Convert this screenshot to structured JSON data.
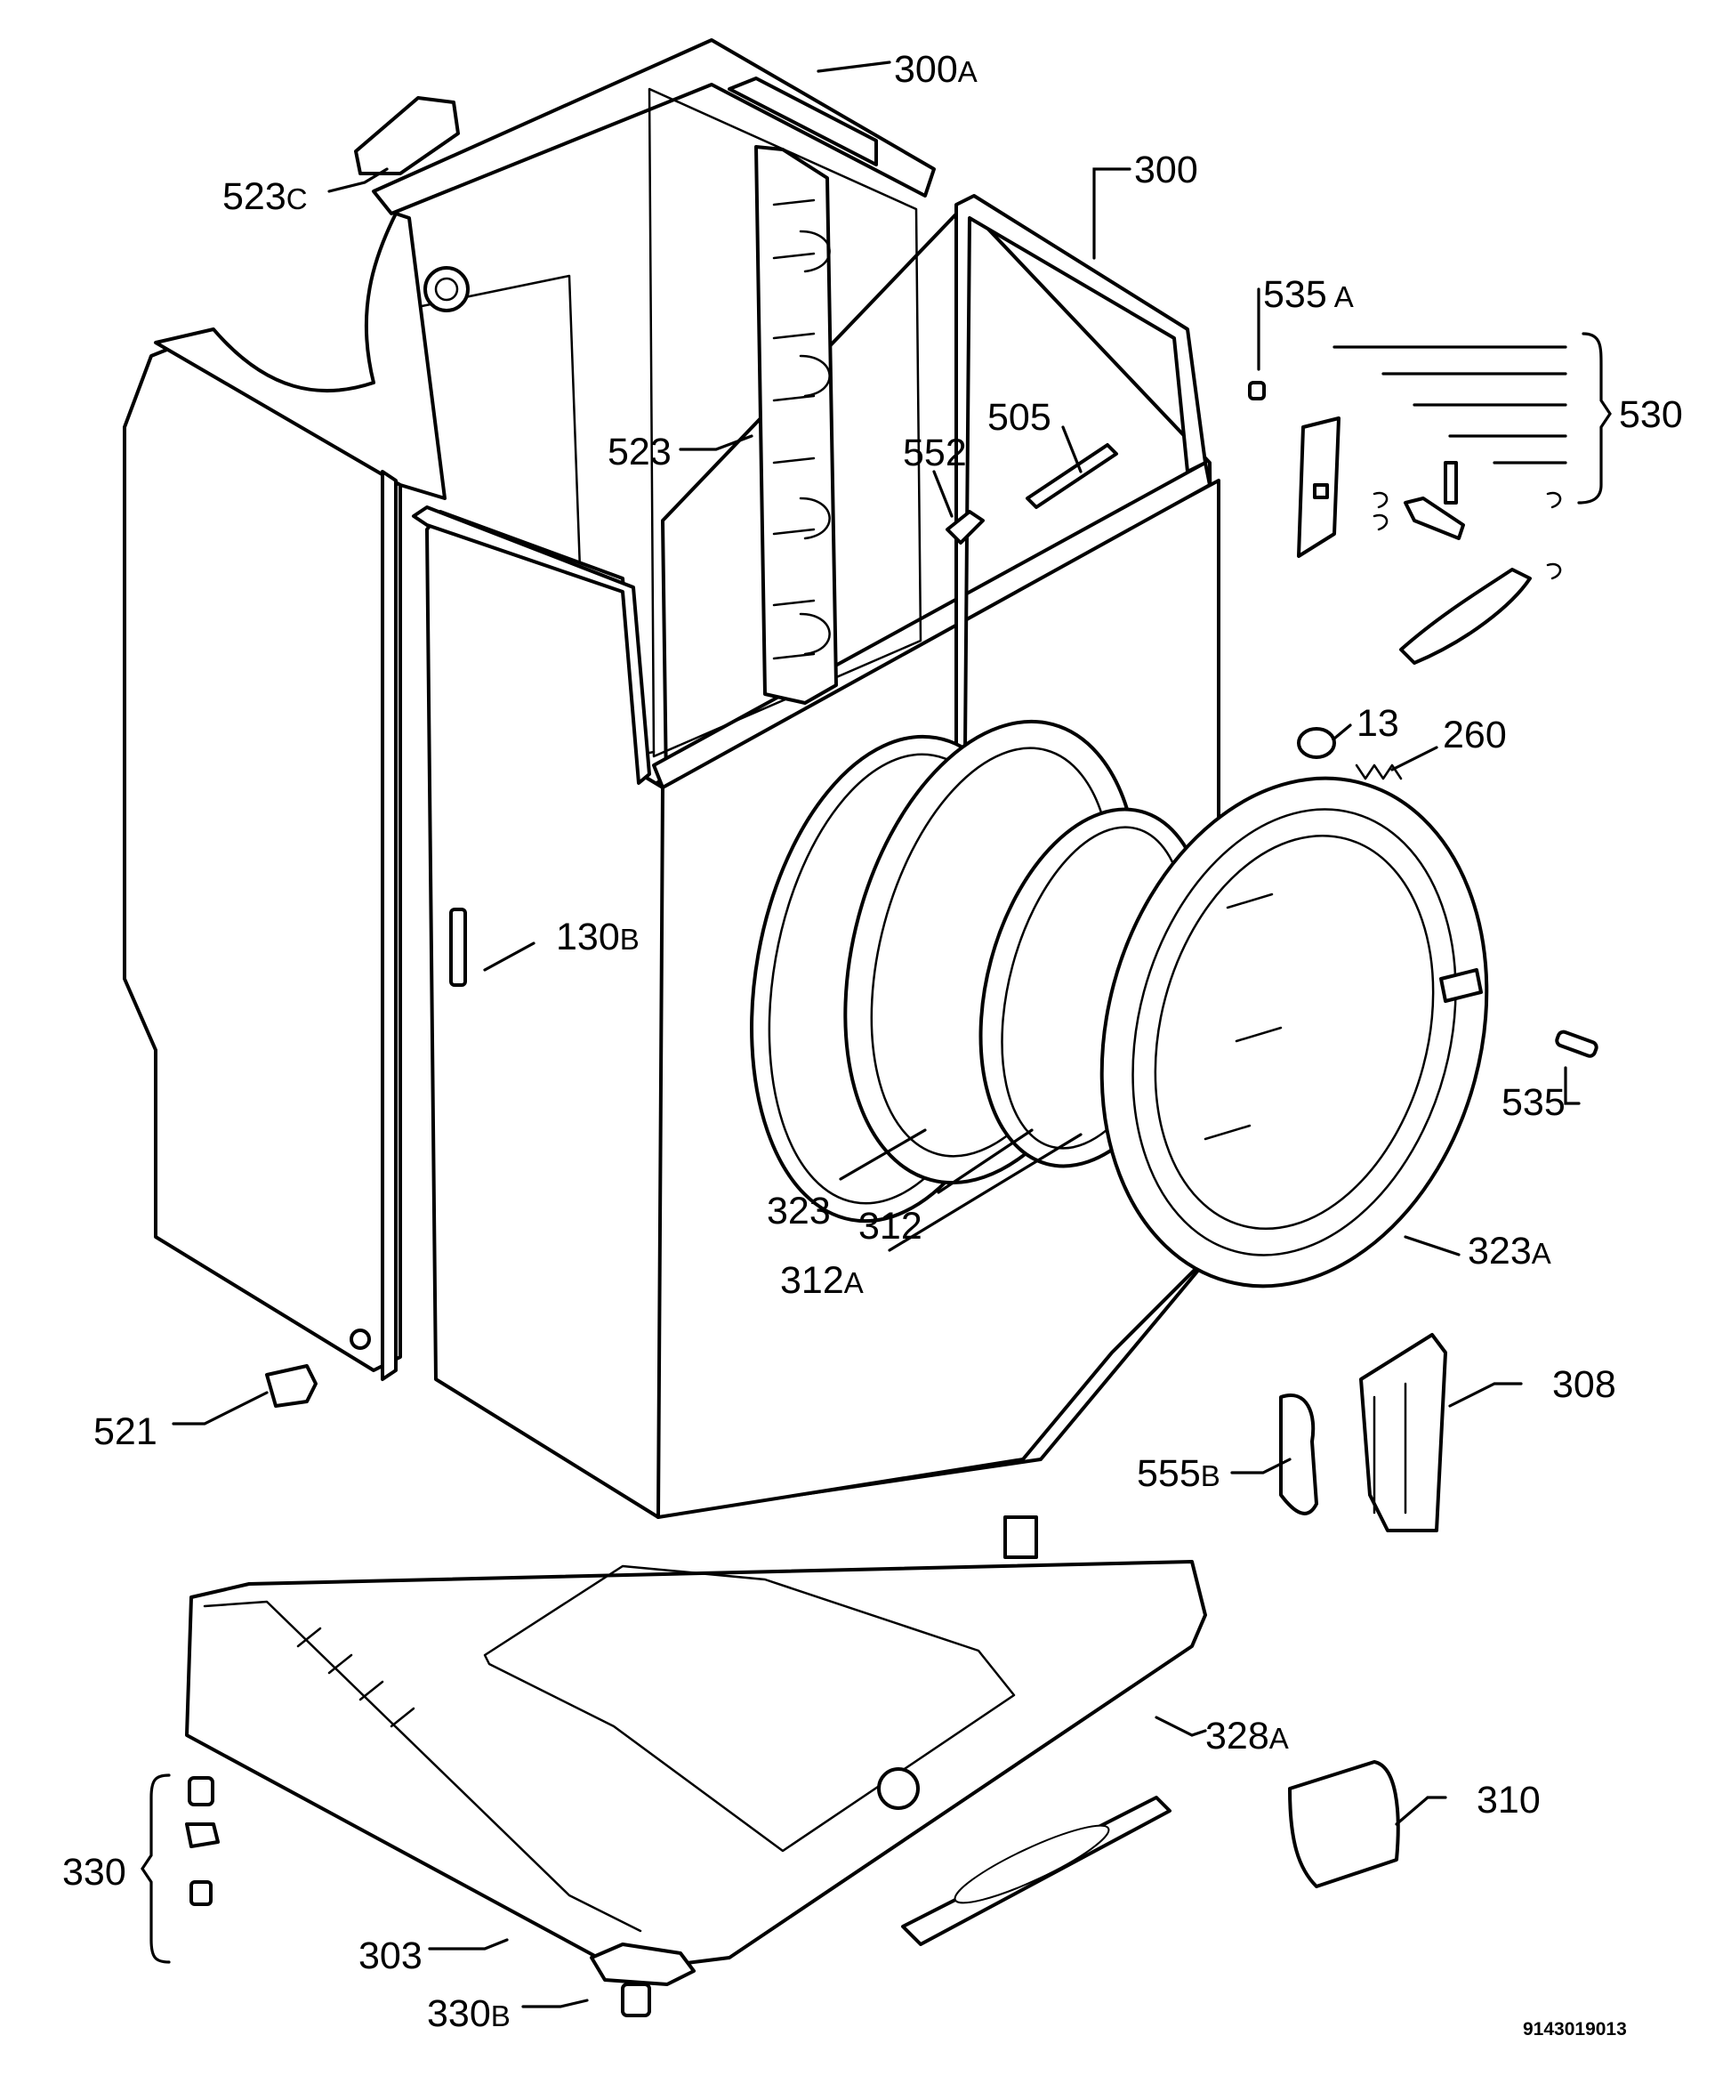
{
  "labels": {
    "p300a": {
      "num": "300",
      "suffix": "A"
    },
    "p523c": {
      "num": "523",
      "suffix": "C"
    },
    "p300": {
      "num": "300"
    },
    "p535a": {
      "num": "535",
      "suffix": "A"
    },
    "p530": {
      "num": "530"
    },
    "p505": {
      "num": "505"
    },
    "p523": {
      "num": "523"
    },
    "p552": {
      "num": "552"
    },
    "p13": {
      "num": "13"
    },
    "p260": {
      "num": "260"
    },
    "p130b": {
      "num": "130",
      "suffix": "B"
    },
    "p535": {
      "num": "535"
    },
    "p323": {
      "num": "323"
    },
    "p312": {
      "num": "312"
    },
    "p312a": {
      "num": "312",
      "suffix": "A"
    },
    "p323a": {
      "num": "323",
      "suffix": "A"
    },
    "p521": {
      "num": "521"
    },
    "p308": {
      "num": "308"
    },
    "p555b": {
      "num": "555",
      "suffix": "B"
    },
    "p328a": {
      "num": "328",
      "suffix": "A"
    },
    "p310": {
      "num": "310"
    },
    "p330": {
      "num": "330"
    },
    "p303": {
      "num": "303"
    },
    "p330b": {
      "num": "330",
      "suffix": "B"
    }
  },
  "document_id": "9143019013"
}
